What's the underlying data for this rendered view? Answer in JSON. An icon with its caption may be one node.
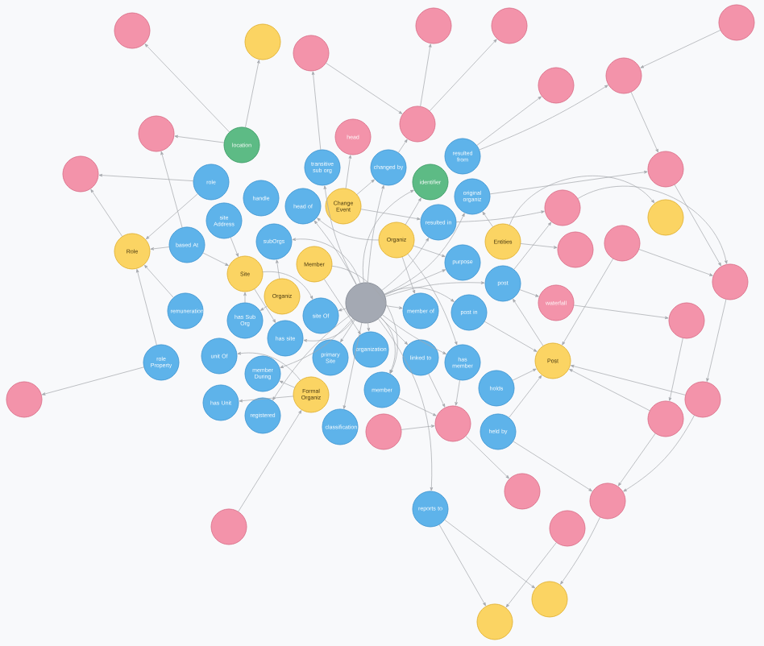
{
  "diagram": {
    "nodes": [
      {
        "text": [],
        "shape": "circle"
      },
      {
        "text": [],
        "shape": "circle"
      },
      {
        "text": [],
        "shape": "circle"
      },
      {
        "text": [],
        "shape": "circle"
      },
      {
        "text": [],
        "shape": "circle"
      },
      {
        "text": [],
        "shape": "circle"
      },
      {
        "text": [],
        "shape": "circle"
      },
      {
        "text": [],
        "shape": "circle"
      },
      {
        "text": [],
        "shape": "circle"
      },
      {
        "text": [],
        "shape": "circle"
      },
      {
        "text": [
          "head"
        ]
      },
      {
        "text": [
          "location"
        ]
      },
      {
        "text": [
          "resulted from"
        ]
      },
      {
        "text": [
          "changed by"
        ]
      },
      {
        "text": [
          "transitive sub org"
        ]
      },
      {
        "text": [],
        "shape": "circle"
      },
      {
        "text": [],
        "shape": "circle"
      },
      {
        "text": [
          "role"
        ]
      },
      {
        "text": [
          "identifier"
        ]
      },
      {
        "text": [
          "handle"
        ]
      },
      {
        "text": [
          "original organiz"
        ]
      },
      {
        "text": [
          "head of"
        ]
      },
      {
        "text": [
          "Change Event"
        ]
      },
      {
        "text": [],
        "shape": "circle"
      },
      {
        "text": [],
        "shape": "circle"
      },
      {
        "text": [
          "site Address"
        ]
      },
      {
        "text": [
          "resulted in"
        ]
      },
      {
        "text": [
          "Organiz"
        ]
      },
      {
        "text": [
          "Entities"
        ]
      },
      {
        "text": [],
        "shape": "circle"
      },
      {
        "text": [
          "based At"
        ]
      },
      {
        "text": [
          "subOrgs"
        ]
      },
      {
        "text": [],
        "shape": "circle"
      },
      {
        "text": [
          "Role"
        ]
      },
      {
        "text": [
          "purpose"
        ]
      },
      {
        "text": [
          "Member"
        ]
      },
      {
        "text": [
          "Site"
        ]
      },
      {
        "text": [],
        "shape": "circle"
      },
      {
        "text": [
          "post"
        ]
      },
      {
        "text": [
          "Organiz"
        ]
      },
      {
        "text": [],
        "shape": "circle"
      },
      {
        "text": [
          "waterfall"
        ]
      },
      {
        "text": [
          "site Of"
        ]
      },
      {
        "text": [
          "member of"
        ]
      },
      {
        "text": [
          "post in"
        ]
      },
      {
        "text": [
          "remuneration"
        ]
      },
      {
        "text": [
          "has Sub Org"
        ]
      },
      {
        "text": [],
        "shape": "circle"
      },
      {
        "text": [
          "has site"
        ]
      },
      {
        "text": [
          "unit Of"
        ]
      },
      {
        "text": [
          "primary Site"
        ]
      },
      {
        "text": [
          "organization"
        ]
      },
      {
        "text": [
          "linked to"
        ]
      },
      {
        "text": [
          "Post"
        ]
      },
      {
        "text": [
          "role Property"
        ]
      },
      {
        "text": [
          "has member"
        ]
      },
      {
        "text": [
          "member During"
        ]
      },
      {
        "text": [
          "Formal Organiz"
        ]
      },
      {
        "text": [
          "member"
        ]
      },
      {
        "text": [
          "holds"
        ]
      },
      {
        "text": [],
        "shape": "circle"
      },
      {
        "text": [],
        "shape": "circle"
      },
      {
        "text": [
          "has Unit"
        ]
      },
      {
        "text": [
          "registered"
        ]
      },
      {
        "text": [],
        "shape": "circle"
      },
      {
        "text": [
          "classification"
        ]
      },
      {
        "text": [],
        "shape": "circle"
      },
      {
        "text": [],
        "shape": "circle"
      },
      {
        "text": [
          "held by"
        ]
      },
      {
        "text": [],
        "shape": "circle"
      },
      {
        "text": [],
        "shape": "circle"
      },
      {
        "text": [
          "reports to"
        ]
      },
      {
        "text": [],
        "shape": "circle"
      },
      {
        "text": [],
        "shape": "circle"
      },
      {
        "text": [],
        "shape": "circle"
      },
      {
        "text": [],
        "shape": "circle"
      }
    ],
    "edges": [
      {
        "from": 11,
        "to": 3,
        "arrow": "to"
      },
      {
        "from": 11,
        "to": 4,
        "arrow": "to"
      },
      {
        "from": 11,
        "to": 9,
        "arrow": "to"
      },
      {
        "from": 17,
        "to": 16,
        "arrow": "to"
      },
      {
        "from": 33,
        "to": 16,
        "arrow": "to"
      },
      {
        "from": 30,
        "to": 9,
        "arrow": "to"
      },
      {
        "from": 17,
        "to": 33,
        "arrow": "to"
      },
      {
        "from": 54,
        "to": 33,
        "arrow": "to"
      },
      {
        "from": 45,
        "to": 33,
        "arrow": "to"
      },
      {
        "from": 30,
        "to": 33,
        "arrow": "to"
      },
      {
        "from": 25,
        "to": 36,
        "arrow": "to"
      },
      {
        "from": 30,
        "to": 36,
        "arrow": "to"
      },
      {
        "from": 54,
        "to": 61,
        "arrow": "to"
      },
      {
        "from": 72,
        "to": 57,
        "arrow": "to"
      },
      {
        "from": 14,
        "to": 5,
        "arrow": "to"
      },
      {
        "from": 5,
        "to": 8,
        "arrow": "to"
      },
      {
        "from": 8,
        "to": 0,
        "arrow": "to"
      },
      {
        "from": 8,
        "to": 1,
        "arrow": "to"
      },
      {
        "from": 13,
        "to": 8,
        "arrow": "to"
      },
      {
        "from": 22,
        "to": 10,
        "arrow": "to"
      },
      {
        "from": 2,
        "to": 6,
        "arrow": "to"
      },
      {
        "from": 12,
        "to": 6,
        "arrow": "to"
      },
      {
        "from": 12,
        "to": 7,
        "arrow": "to"
      },
      {
        "from": 6,
        "to": 15,
        "arrow": "to"
      },
      {
        "from": 15,
        "to": 37,
        "arrow": "to"
      },
      {
        "from": 20,
        "to": 15,
        "arrow": "to"
      },
      {
        "from": 28,
        "to": 24,
        "arrow": "to"
      },
      {
        "from": 28,
        "to": 32,
        "arrow": "to"
      },
      {
        "from": 26,
        "to": 23,
        "arrow": "to"
      },
      {
        "from": 38,
        "to": 23,
        "arrow": "to"
      },
      {
        "from": 23,
        "to": 37,
        "arrow": "to"
      },
      {
        "from": 29,
        "to": 37,
        "arrow": "to"
      },
      {
        "from": 29,
        "to": 53,
        "arrow": "to"
      },
      {
        "from": 41,
        "to": 47,
        "arrow": "to"
      },
      {
        "from": 38,
        "to": 41,
        "arrow": "to"
      },
      {
        "from": 37,
        "to": 60,
        "arrow": "to"
      },
      {
        "from": 47,
        "to": 64,
        "arrow": "to"
      },
      {
        "from": 60,
        "to": 53,
        "arrow": "to"
      },
      {
        "from": 64,
        "to": 53,
        "arrow": "to"
      },
      {
        "from": 64,
        "to": 70,
        "arrow": "to"
      },
      {
        "from": 60,
        "to": 70,
        "arrow": "to"
      },
      {
        "from": 68,
        "to": 70,
        "arrow": "to"
      },
      {
        "from": 70,
        "to": 74,
        "arrow": "to"
      },
      {
        "from": 73,
        "to": 75,
        "arrow": "to"
      },
      {
        "from": 71,
        "to": 75,
        "arrow": "to"
      },
      {
        "from": 71,
        "to": 74,
        "arrow": "to"
      },
      {
        "from": 67,
        "to": 66,
        "arrow": "to"
      },
      {
        "from": 58,
        "to": 66,
        "arrow": "to"
      },
      {
        "from": 52,
        "to": 66,
        "arrow": "to"
      },
      {
        "from": 55,
        "to": 66,
        "arrow": "to"
      },
      {
        "from": 66,
        "to": 69,
        "arrow": "to"
      },
      {
        "from": 59,
        "to": 53,
        "arrow": "to"
      },
      {
        "from": 68,
        "to": 53,
        "arrow": "to"
      },
      {
        "from": 44,
        "to": 53,
        "arrow": "to"
      },
      {
        "from": 46,
        "to": 36,
        "arrow": "to"
      },
      {
        "from": 40,
        "to": 21,
        "arrow": "to"
      },
      {
        "from": 40,
        "to": 14,
        "arrow": "to"
      },
      {
        "from": 40,
        "to": 13,
        "arrow": "to"
      },
      {
        "from": 40,
        "to": 18,
        "arrow": "to"
      },
      {
        "from": 40,
        "to": 20,
        "arrow": "to"
      },
      {
        "from": 40,
        "to": 26,
        "arrow": "to"
      },
      {
        "from": 40,
        "to": 34,
        "arrow": "to"
      },
      {
        "from": 40,
        "to": 38,
        "arrow": "to"
      },
      {
        "from": 40,
        "to": 43,
        "arrow": "to"
      },
      {
        "from": 40,
        "to": 44,
        "arrow": "to"
      },
      {
        "from": 40,
        "to": 42,
        "arrow": "to"
      },
      {
        "from": 40,
        "to": 31,
        "arrow": "to"
      },
      {
        "from": 40,
        "to": 48,
        "arrow": "to"
      },
      {
        "from": 40,
        "to": 50,
        "arrow": "to"
      },
      {
        "from": 40,
        "to": 51,
        "arrow": "to"
      },
      {
        "from": 40,
        "to": 52,
        "arrow": "to"
      },
      {
        "from": 40,
        "to": 55,
        "arrow": "to"
      },
      {
        "from": 40,
        "to": 56,
        "arrow": "to"
      },
      {
        "from": 40,
        "to": 58,
        "arrow": "to"
      },
      {
        "from": 40,
        "to": 63,
        "arrow": "to"
      },
      {
        "from": 40,
        "to": 65,
        "arrow": "to"
      },
      {
        "from": 40,
        "to": 71,
        "arrow": "to"
      },
      {
        "from": 22,
        "to": 13,
        "arrow": "to"
      },
      {
        "from": 22,
        "to": 26,
        "arrow": "to"
      },
      {
        "from": 27,
        "to": 21,
        "arrow": "to"
      },
      {
        "from": 27,
        "to": 43,
        "arrow": "to"
      },
      {
        "from": 27,
        "to": 55,
        "arrow": "to"
      },
      {
        "from": 27,
        "to": 34,
        "arrow": "to"
      },
      {
        "from": 27,
        "to": 18,
        "arrow": "to"
      },
      {
        "from": 35,
        "to": 58,
        "arrow": "to"
      },
      {
        "from": 35,
        "to": 51,
        "arrow": "to"
      },
      {
        "from": 57,
        "to": 56,
        "arrow": "to"
      },
      {
        "from": 36,
        "to": 42,
        "arrow": "to"
      },
      {
        "from": 36,
        "to": 48,
        "arrow": "to"
      },
      {
        "from": 39,
        "to": 31,
        "arrow": "to"
      },
      {
        "from": 39,
        "to": 46,
        "arrow": "to"
      },
      {
        "from": 57,
        "to": 62,
        "arrow": "to"
      },
      {
        "from": 57,
        "to": 49,
        "arrow": "to"
      },
      {
        "from": 53,
        "to": 38,
        "arrow": "to"
      },
      {
        "from": 28,
        "to": 20,
        "arrow": "to"
      }
    ]
  }
}
